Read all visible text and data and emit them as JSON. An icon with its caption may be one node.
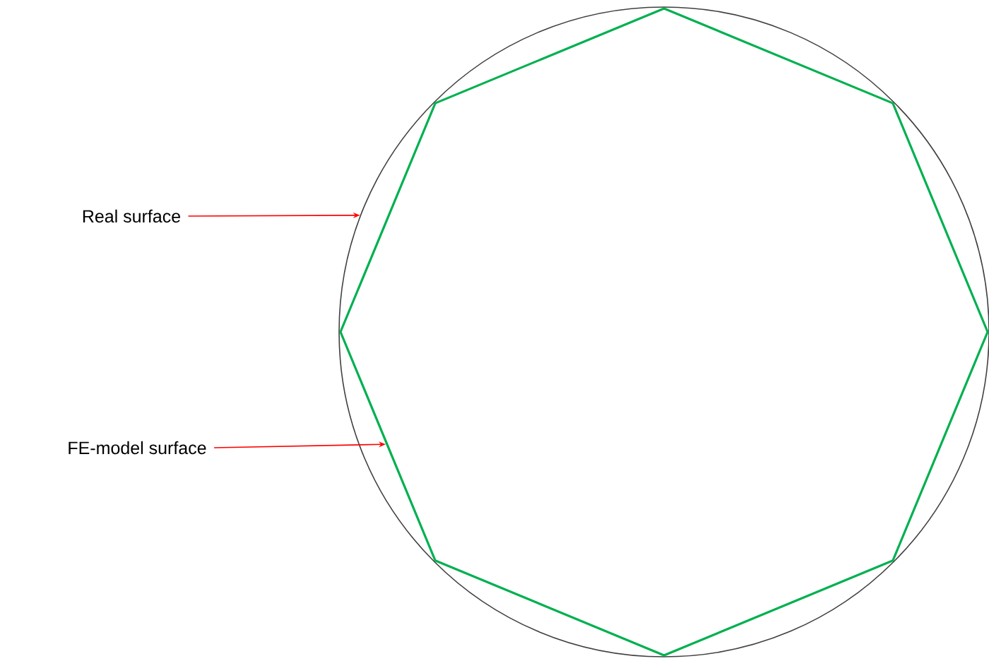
{
  "diagram": {
    "nodes": [
      {
        "text": [
          "Real surface"
        ]
      },
      {
        "text": [
          "FE-model surface"
        ]
      },
      {
        "text": [],
        "shape": "circle"
      },
      {
        "text": [],
        "shape": "octagon"
      }
    ],
    "edges": [
      {
        "from": 0,
        "to": 2,
        "arrow": "to",
        "color": "#ff0000"
      },
      {
        "from": 1,
        "to": 3,
        "arrow": "to",
        "color": "#ff0000"
      }
    ]
  }
}
